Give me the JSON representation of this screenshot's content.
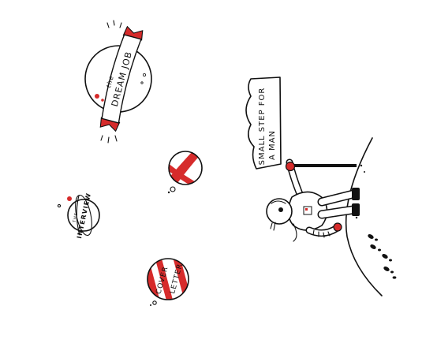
{
  "colors": {
    "accent_red": "#d62b2b",
    "ink": "#111111",
    "background": "#ffffff"
  },
  "flag": {
    "line1": "SMALL STEP FOR",
    "line2": "A MAN"
  },
  "planets": {
    "dream_job": {
      "small_word": "the",
      "main_word": "DREAM JOB"
    },
    "interview": {
      "small_word": "THE",
      "main_word": "INTERVIEW"
    },
    "cover_letter": {
      "word1": "COVER",
      "word2": "LETTER"
    }
  }
}
